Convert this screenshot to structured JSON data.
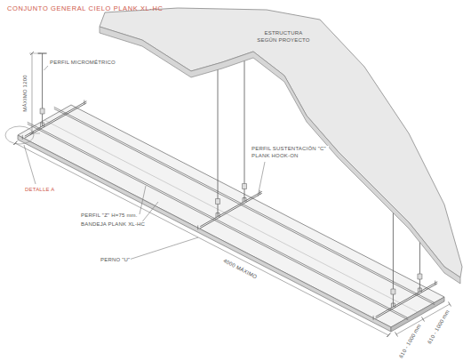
{
  "diagram": {
    "title": "CONJUNTO GENERAL CIELO PLANK XL-HC",
    "labels": [
      "PERFIL MICROMÉTRICO",
      "MÁXIMO 1200",
      "ESTRUCTURA SEGÚN PROYECTO",
      "PERFIL SUSTENTACIÓN \"C\" PLANK HOOK-ON",
      "DETALLE A",
      "PERFIL \"Z\" H=75 mm.",
      "BANDEJA PLANK XL-HC",
      "PERNO \"U\"",
      "4000 MÁXIMO",
      "610 - 1000 mm",
      "610 - 1000 mm"
    ]
  }
}
